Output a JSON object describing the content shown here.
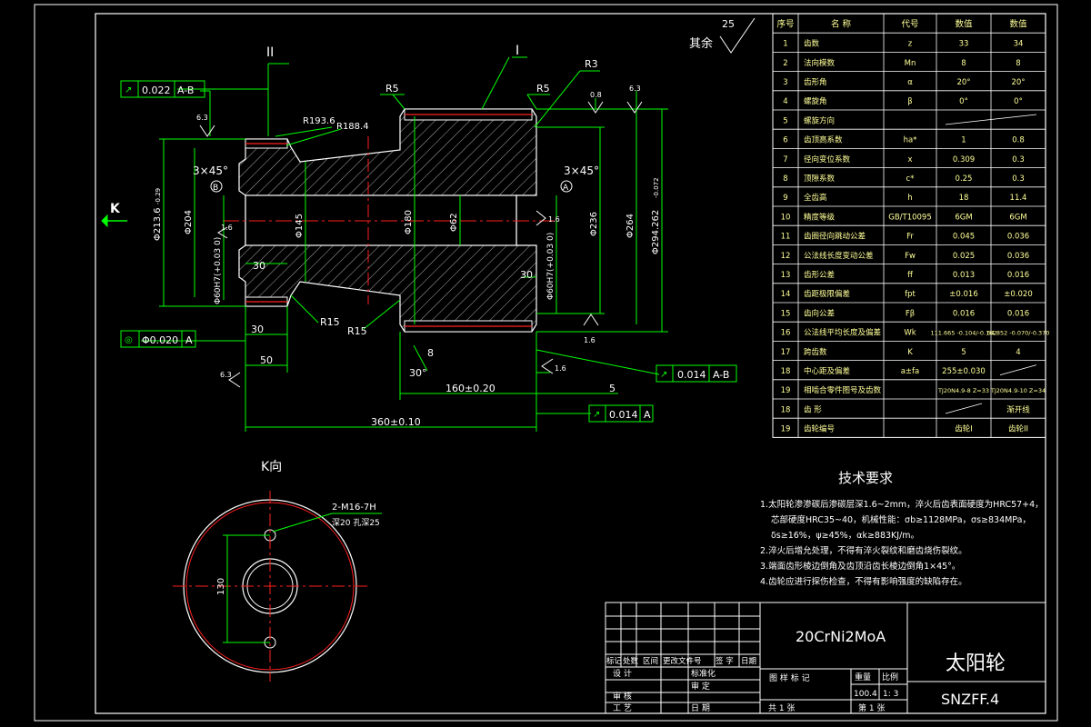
{
  "colors": {
    "background": "#000000",
    "outline": "#ffffff",
    "dimension": "#00ff00",
    "hatch": "#bbbbbb",
    "centerline": "#ff2020",
    "text": "#ffffff",
    "table_text": "#ffff88"
  },
  "view_labels": {
    "section_I": "I",
    "section_II": "II",
    "k_arrow": "K",
    "k_view": "K向"
  },
  "roughness": {
    "rest": "其余",
    "rest_value": "25",
    "r1": "6.3",
    "r2": "0.8",
    "r3": "6.3",
    "r4": "1.6",
    "r5": "1.6",
    "r6": "1.6",
    "r7": "6.3",
    "r8": "1.6"
  },
  "tolerances": {
    "f1_value": "0.022",
    "f1_datum": "A-B",
    "f2_value": "Φ0.020",
    "f2_datum": "A",
    "f3_value": "0.014",
    "f3_datum": "A-B",
    "f4_value": "0.014",
    "f4_datum": "A"
  },
  "dimensions": {
    "r5a": "R5",
    "r5b": "R5",
    "r3": "R3",
    "r193": "R193.6",
    "r188": "R188.4",
    "r15a": "R15",
    "r15b": "R15",
    "chamfer_left": "3×45°",
    "chamfer_right": "3×45°",
    "datum_b": "B",
    "datum_a": "A",
    "d213": "Φ213.6",
    "d213_tol": "-0.29",
    "d204": "Φ204",
    "d60h7_left": "Φ60H7(+0.03 0)",
    "d145": "Φ145",
    "d180": "Φ180",
    "d62": "Φ62",
    "d236": "Φ236",
    "d264": "Φ264",
    "d294": "Φ294.262",
    "d294_tol": "-0.072",
    "d60h7_right": "Φ60H7(+0.03 0)",
    "l30a": "30",
    "l30b": "30",
    "l30c": "30",
    "l50": "50",
    "l8": "8",
    "a30": "30°",
    "l160": "160±0.20",
    "l5": "5",
    "l360": "360±0.10",
    "hole_spec": "2-M16-7H",
    "hole_depth": "深20 孔深25",
    "d130": "130"
  },
  "param_table": {
    "headers": [
      "序号",
      "名  称",
      "代号",
      "数值",
      "数值"
    ],
    "rows": [
      [
        "1",
        "齿数",
        "z",
        "33",
        "34"
      ],
      [
        "2",
        "法向模数",
        "Mn",
        "8",
        "8"
      ],
      [
        "3",
        "齿形角",
        "α",
        "20°",
        "20°"
      ],
      [
        "4",
        "螺旋角",
        "β",
        "0°",
        "0°"
      ],
      [
        "5",
        "螺旋方向",
        "",
        "",
        ""
      ],
      [
        "6",
        "齿顶高系数",
        "ha*",
        "1",
        "0.8"
      ],
      [
        "7",
        "径向变位系数",
        "x",
        "0.309",
        "0.3"
      ],
      [
        "8",
        "顶隙系数",
        "c*",
        "0.25",
        "0.3"
      ],
      [
        "9",
        "全齿高",
        "h",
        "18",
        "11.4"
      ],
      [
        "10",
        "精度等级",
        "GB/T10095",
        "6GM",
        "6GM"
      ],
      [
        "11",
        "齿圈径向跳动公差",
        "Fr",
        "0.045",
        "0.036"
      ],
      [
        "12",
        "公法线长度变动公差",
        "Fw",
        "0.025",
        "0.036"
      ],
      [
        "13",
        "齿形公差",
        "ff",
        "0.013",
        "0.016"
      ],
      [
        "14",
        "齿距极限偏差",
        "fpt",
        "±0.016",
        "±0.020"
      ],
      [
        "15",
        "齿向公差",
        "Fβ",
        "0.016",
        "0.016"
      ],
      [
        "16",
        "公法线平均长度及偏差",
        "Wk",
        "111.665 -0.104/-0.162",
        "64.852 -0.070/-0.370"
      ],
      [
        "17",
        "跨齿数",
        "K",
        "5",
        "4"
      ],
      [
        "18",
        "中心距及偏差",
        "a±fa",
        "255±0.030",
        ""
      ],
      [
        "19",
        "相啮合零件图号及齿数",
        "",
        "TJ20N4.9-8 Z=33",
        "TJ20N4.9-10 Z=34"
      ],
      [
        "18",
        "齿  形",
        "",
        "",
        "渐开线"
      ],
      [
        "19",
        "齿轮编号",
        "",
        "齿轮I",
        "齿轮II"
      ]
    ]
  },
  "tech_req": {
    "title": "技术要求",
    "lines": [
      "1.太阳轮渗渗碳后渗碳层深1.6~2mm，淬火后齿表面硬度为HRC57+4，",
      "芯部硬度HRC35~40，机械性能：σb≥1128MPa，σs≥834MPa，",
      "δs≥16%，ψ≥45%，αk≥883KJ/m。",
      "2.淬火后增允处理，不得有淬火裂纹和磨齿烧伤裂纹。",
      "3.端面齿形棱边倒角及齿顶沿齿长棱边倒角1×45°。",
      "4.齿轮应进行探伤检查，不得有影响强度的缺陷存在。"
    ]
  },
  "title_block": {
    "material": "20CrNi2MoA",
    "part_name": "太阳轮",
    "drawing_no": "SNZFF.4",
    "h_mark": "标记",
    "h_count": "处数",
    "h_zone": "区间",
    "h_docno": "更改文件号",
    "h_sign": "签 字",
    "h_date": "日期",
    "design": "设  计",
    "standard": "标准化",
    "check": "审  核",
    "craft": "工  艺",
    "approve": "审 定",
    "date": "日 期",
    "stage_mark": "图 样 标 记",
    "weight_label": "重量",
    "scale_label": "比例",
    "weight": "100.4",
    "scale": "1: 3",
    "total": "共  1  张",
    "sheet": "第  1  张"
  }
}
